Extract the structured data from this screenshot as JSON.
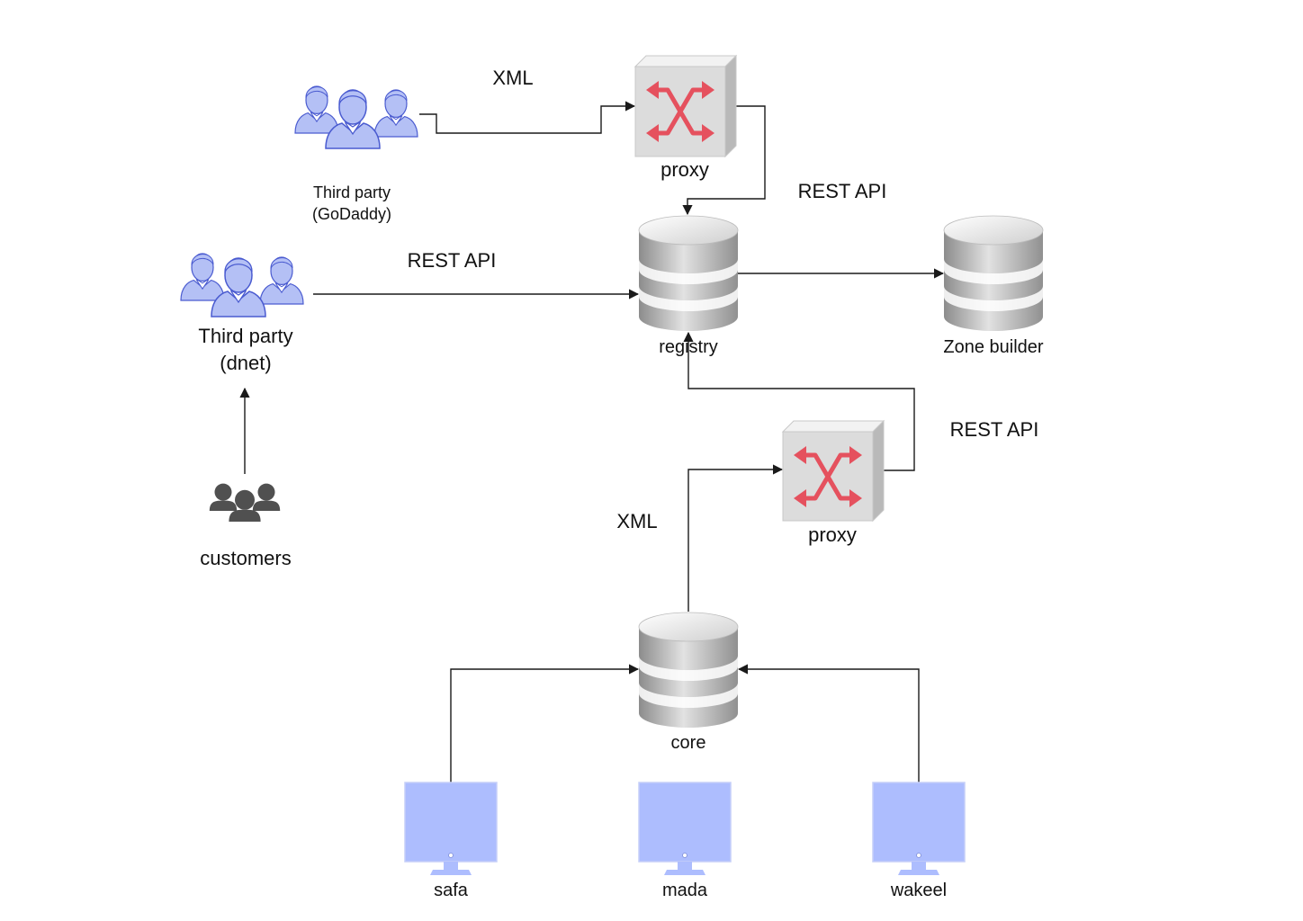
{
  "nodes": {
    "third_party_godaddy": {
      "line1": "Third party",
      "line2": "(GoDaddy)"
    },
    "third_party_dnet": {
      "line1": "Third party",
      "line2": "(dnet)"
    },
    "customers": {
      "label": "customers"
    },
    "proxy_top": {
      "label": "proxy"
    },
    "proxy_bottom": {
      "label": "proxy"
    },
    "registry": {
      "label": "registry"
    },
    "zone_builder": {
      "label": "Zone builder"
    },
    "core": {
      "label": "core"
    },
    "safa": {
      "label": "safa"
    },
    "mada": {
      "label": "mada"
    },
    "wakeel": {
      "label": "wakeel"
    }
  },
  "edge_labels": {
    "godaddy_to_proxy": "XML",
    "proxy_to_registry": "REST API",
    "dnet_to_registry": "REST API",
    "proxy_bottom_to_registry": "REST API",
    "core_to_proxy": "XML"
  },
  "colors": {
    "people_fill": "#b4c0f5",
    "people_stroke": "#4a5bd0",
    "customers_fill": "#505050",
    "proxy_arrow": "#e5515e",
    "proxy_face": "#dcdcdc",
    "monitor_fill": "#adbdfe",
    "edge": "#1a1a1a"
  },
  "icons": {
    "third_party": "people-group-icon",
    "customers": "customers-icon",
    "proxy": "proxy-switch-icon",
    "database": "database-icon",
    "terminal": "monitor-icon"
  }
}
